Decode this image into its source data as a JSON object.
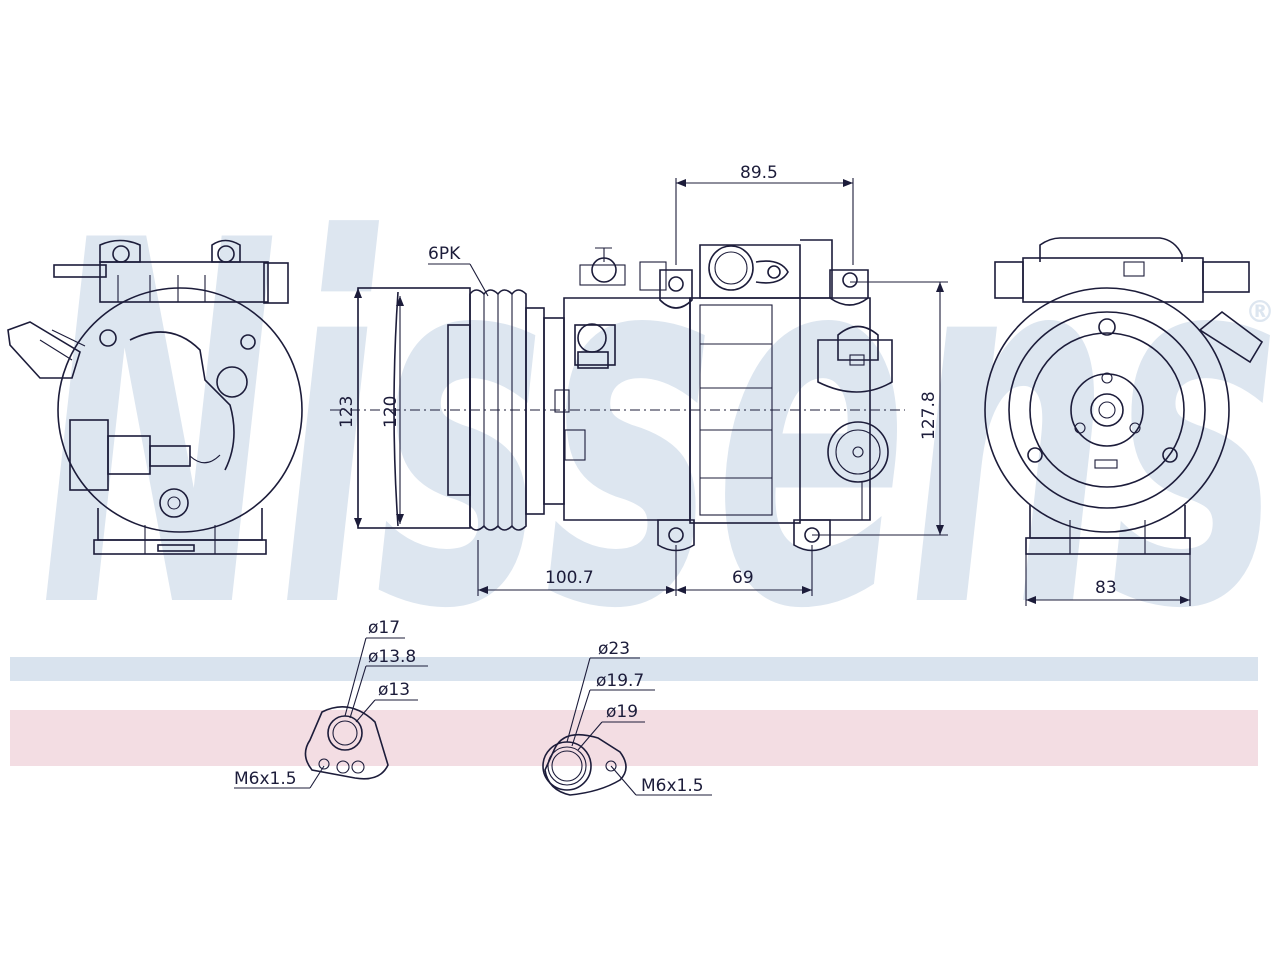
{
  "brand": {
    "watermark": "Nissens",
    "registered_mark": "®",
    "colors": {
      "watermark": "#dde6f0",
      "band_blue": "#d9e3ee",
      "band_pink": "#f3dde3",
      "line": "#1c1c3a"
    }
  },
  "labels": {
    "belt": "6PK",
    "dim_top_width": "89.5",
    "dim_pulley_outer": "123",
    "dim_pulley_inner": "120",
    "dim_height": "127.8",
    "dim_pulley_offset": "100.7",
    "dim_mount_spacing": "69",
    "dim_rear_width": "83"
  },
  "fitting_small": {
    "d_outer": "ø17",
    "d_mid": "ø13.8",
    "d_inner": "ø13",
    "thread": "M6x1.5"
  },
  "fitting_large": {
    "d_outer": "ø23",
    "d_mid": "ø19.7",
    "d_inner": "ø19",
    "thread": "M6x1.5"
  }
}
